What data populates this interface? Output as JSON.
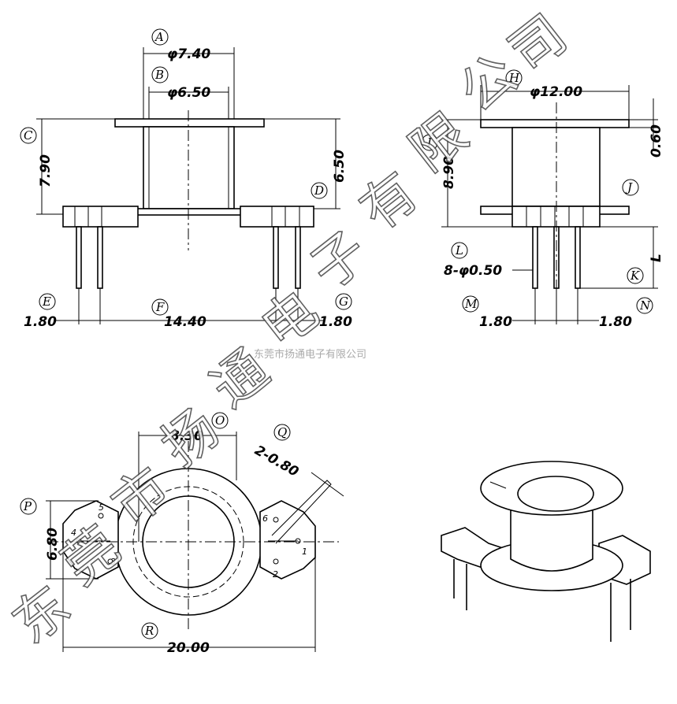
{
  "labels": {
    "A": "A",
    "B": "B",
    "C": "C",
    "D": "D",
    "E": "E",
    "F": "F",
    "G": "G",
    "H": "H",
    "I": "I",
    "J": "J",
    "K": "K",
    "L": "L",
    "M": "M",
    "N": "N",
    "O": "O",
    "P": "P",
    "Q": "Q",
    "R": "R"
  },
  "front_view": {
    "dia_A": "φ7.40",
    "dia_B": "φ6.50",
    "height_C": "7.90",
    "height_D": "6.50",
    "pitch_E": "1.80",
    "span_F": "14.40",
    "pitch_G": "1.80"
  },
  "side_view": {
    "dia_H": "φ12.00",
    "height_I": "8.90",
    "flange_J": "0.60",
    "pin_note": "8-φ0.50",
    "pin_len": "L",
    "pitch_M": "1.80",
    "pitch_N": "1.80"
  },
  "bottom_view": {
    "width_O": "8.30",
    "slot_Q": "2-0.80",
    "height_P": "6.80",
    "width_R": "20.00",
    "pins": [
      "1",
      "2",
      "3",
      "4",
      "5",
      "6"
    ]
  },
  "watermark": {
    "large": [
      "东",
      "莞",
      "市",
      "扬",
      "通",
      "电",
      "子",
      "有",
      "限",
      "公",
      "司"
    ],
    "small": "东莞市扬通电子有限公司"
  }
}
